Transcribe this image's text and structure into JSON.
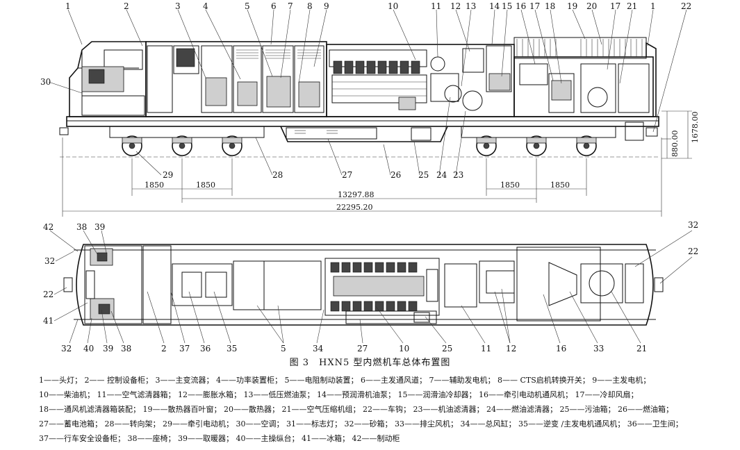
{
  "callouts_side": [
    "1",
    "2",
    "3",
    "4",
    "5",
    "6",
    "7",
    "8",
    "9",
    "10",
    "11",
    "12",
    "13",
    "14",
    "15",
    "16",
    "17",
    "18",
    "19",
    "20",
    "17",
    "21",
    "1",
    "22",
    "30",
    "29",
    "28",
    "27",
    "26",
    "25",
    "24",
    "23"
  ],
  "callouts_plan": [
    "42",
    "38",
    "39",
    "32",
    "22",
    "41",
    "32",
    "40",
    "39",
    "38",
    "2",
    "37",
    "36",
    "35",
    "5",
    "34",
    "27",
    "10",
    "25",
    "11",
    "12",
    "16",
    "33",
    "21",
    "32",
    "22"
  ],
  "dimensions": {
    "axle_left_1": "1850",
    "axle_left_2": "1850",
    "axle_right_1": "1850",
    "axle_right_2": "1850",
    "bogie_centers": "13297.88",
    "overall_length": "22295.20",
    "coupler_height": "880.00",
    "frame_height": "1678.00"
  },
  "caption": "图 3　HXN5 型内燃机车总体布置图",
  "legend": [
    "1——头灯；",
    "2—— 控制设备柜；",
    "3——主变流器；",
    "4——功率装置柜；",
    "5——电阻制动装置；",
    "6——主发通风道；",
    "7——辅助发电机；",
    "8—— CTS启机转换开关；",
    "9——主发电机；",
    "10——柴油机；",
    "11——空气滤清器箱；",
    "12——膨胀水箱；",
    "13——低压燃油泵；",
    "14——预润滑机油泵；",
    "15——润滑油冷却器；",
    "16——牵引电动机通风机；",
    "17——冷却风扇；",
    "18——通风机滤清器箱装配；",
    "19——散热器百叶窗；",
    "20——散热器；",
    "21——空气压缩机组；",
    "22——车钩；",
    "23——机油滤清器；",
    "24——燃油滤清器；",
    "25——污油箱；",
    "26——燃油箱；",
    "27——蓄电池箱；",
    "28——转向架；",
    "29——牵引电动机；",
    "30——空调；",
    "31——标志灯；",
    "32——砂箱；",
    "33——排尘风机；",
    "34——总风缸；",
    "35——逆变 /主发电机通风机；",
    "36——卫生间；",
    "37——行车安全设备柜；",
    "38——座椅；",
    "39——取暖器；",
    "40——主操纵台；",
    "41——冰箱；",
    "42——制动柜"
  ]
}
